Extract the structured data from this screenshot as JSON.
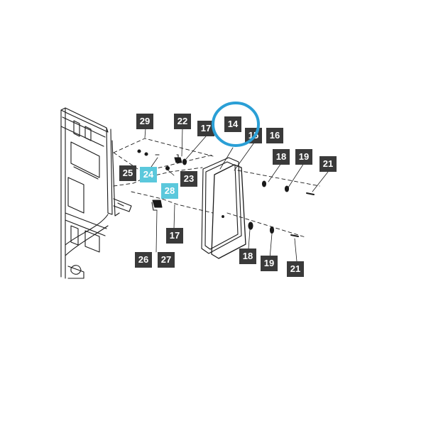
{
  "colors": {
    "callout_bg": "#3a3a3a",
    "callout_highlight_bg": "#5bc8dc",
    "callout_text": "#ffffff",
    "selection_ring": "#2a9fd6",
    "line": "#1a1a1a"
  },
  "selected_callout": "14",
  "callouts": {
    "c29": "29",
    "c22": "22",
    "c17a": "17",
    "c14": "14",
    "c15": "15",
    "c16": "16",
    "c18a": "18",
    "c19a": "19",
    "c21a": "21",
    "c25": "25",
    "c24": "24",
    "c23": "23",
    "c28": "28",
    "c17b": "17",
    "c26": "26",
    "c27": "27",
    "c18b": "18",
    "c19b": "19",
    "c21b": "21"
  }
}
